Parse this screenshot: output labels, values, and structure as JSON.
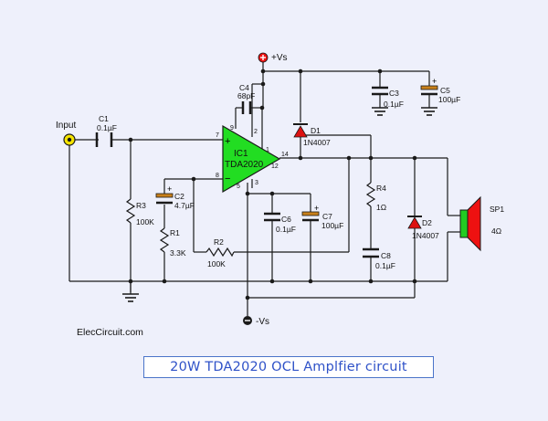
{
  "title": "20W TDA2020 OCL Amplfier circuit",
  "credit": "ElecCircuit.com",
  "rails": {
    "positive": "+Vs",
    "negative": "-Vs"
  },
  "input": {
    "label": "Input"
  },
  "ic": {
    "name": "IC1",
    "part": "TDA2020",
    "pins": {
      "p1": "1",
      "p2": "2",
      "p3": "3",
      "p5": "5",
      "p7": "7",
      "p8": "8",
      "p9": "9",
      "p12": "12",
      "p14": "14"
    },
    "signs": {
      "plus": "+",
      "minus": "−"
    }
  },
  "components": {
    "c1": {
      "ref": "C1",
      "value": "0.1µF"
    },
    "c2": {
      "ref": "C2",
      "value": "4.7µF"
    },
    "c3": {
      "ref": "C3",
      "value": "0.1µF"
    },
    "c4": {
      "ref": "C4",
      "value": "68pF"
    },
    "c5": {
      "ref": "C5",
      "value": "100µF"
    },
    "c6": {
      "ref": "C6",
      "value": "0.1µF"
    },
    "c7": {
      "ref": "C7",
      "value": "100µF"
    },
    "c8": {
      "ref": "C8",
      "value": "0.1µF"
    },
    "r1": {
      "ref": "R1",
      "value": "3.3K"
    },
    "r2": {
      "ref": "R2",
      "value": "100K"
    },
    "r3": {
      "ref": "R3",
      "value": "100K"
    },
    "r4": {
      "ref": "R4",
      "value": "1Ω"
    },
    "d1": {
      "ref": "D1",
      "value": "1N4007"
    },
    "d2": {
      "ref": "D2",
      "value": "1N4007"
    },
    "sp1": {
      "ref": "SP1",
      "value": "4Ω"
    }
  },
  "colors": {
    "ic_fill": "#22dd22",
    "cap_plate": "#c8801a",
    "diode": "#dd1111",
    "speaker_body": "#22cc22",
    "speaker_cone": "#ee1111",
    "title_text": "#2f52c8",
    "title_border": "#4a74c9"
  }
}
